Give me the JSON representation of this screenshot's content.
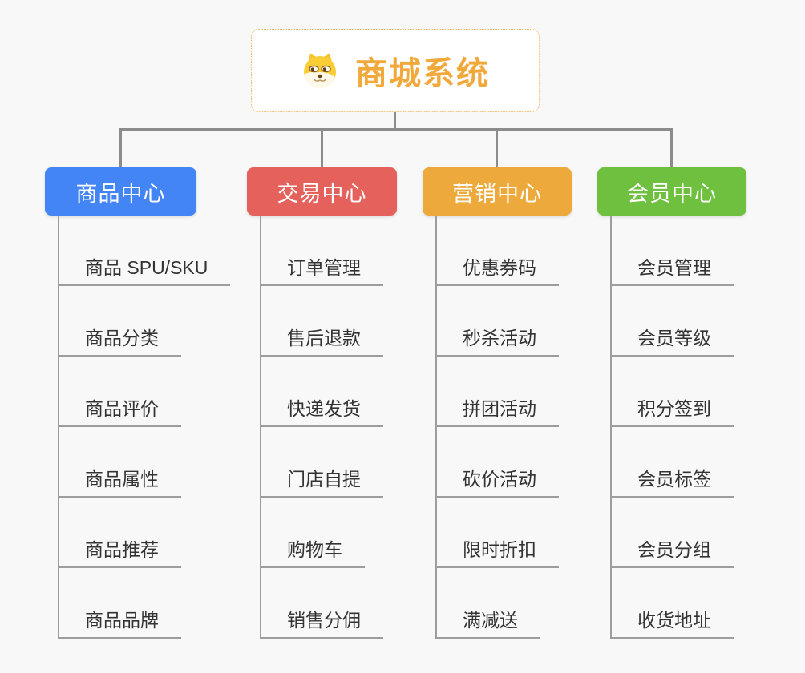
{
  "root": {
    "title": "商城系统",
    "icon": "doge-icon",
    "title_color": "#f2a93c",
    "border_color": "#f3ae54"
  },
  "connectors": {
    "tree_line_color": "#8c8c8c",
    "leaf_line_color": "#9d9d9d"
  },
  "branches": [
    {
      "id": "product-center",
      "label": "商品中心",
      "color": "#4385f4",
      "children": [
        "商品 SPU/SKU",
        "商品分类",
        "商品评价",
        "商品属性",
        "商品推荐",
        "商品品牌"
      ]
    },
    {
      "id": "trade-center",
      "label": "交易中心",
      "color": "#e5615c",
      "children": [
        "订单管理",
        "售后退款",
        "快递发货",
        "门店自提",
        "购物车",
        "销售分佣"
      ]
    },
    {
      "id": "marketing-center",
      "label": "营销中心",
      "color": "#eda93b",
      "children": [
        "优惠券码",
        "秒杀活动",
        "拼团活动",
        "砍价活动",
        "限时折扣",
        "满减送"
      ]
    },
    {
      "id": "member-center",
      "label": "会员中心",
      "color": "#70c040",
      "children": [
        "会员管理",
        "会员等级",
        "积分签到",
        "会员标签",
        "会员分组",
        "收货地址"
      ]
    }
  ]
}
